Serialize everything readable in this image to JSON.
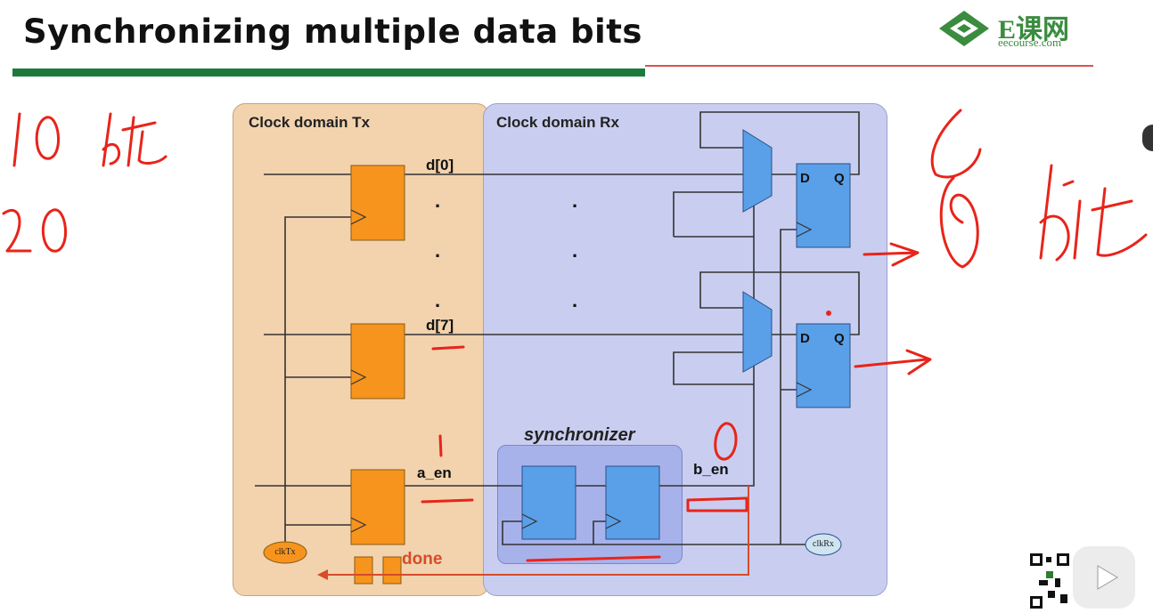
{
  "slide": {
    "title": "Synchronizing multiple data bits"
  },
  "logo": {
    "brand": "E课网",
    "url_text": "eecourse.com"
  },
  "diagram": {
    "tx_domain_label": "Clock domain Tx",
    "rx_domain_label": "Clock domain Rx",
    "synchronizer_label": "synchronizer",
    "signals": {
      "d0": "d[0]",
      "d7": "d[7]",
      "a_en": "a_en",
      "b_en": "b_en",
      "done": "done"
    },
    "flop_pins": {
      "d": "D",
      "q": "Q"
    },
    "clocks": {
      "tx": "clkTx",
      "rx": "clkRx"
    },
    "ellipsis": "."
  },
  "colors": {
    "title_rule": "#1c7b3a",
    "tx_flop": "#f7941d",
    "rx_flop": "#5aa0e8",
    "annotation": "#e8241a"
  },
  "icons": [
    "logo-icon",
    "qr-code-icon",
    "play-icon"
  ]
}
